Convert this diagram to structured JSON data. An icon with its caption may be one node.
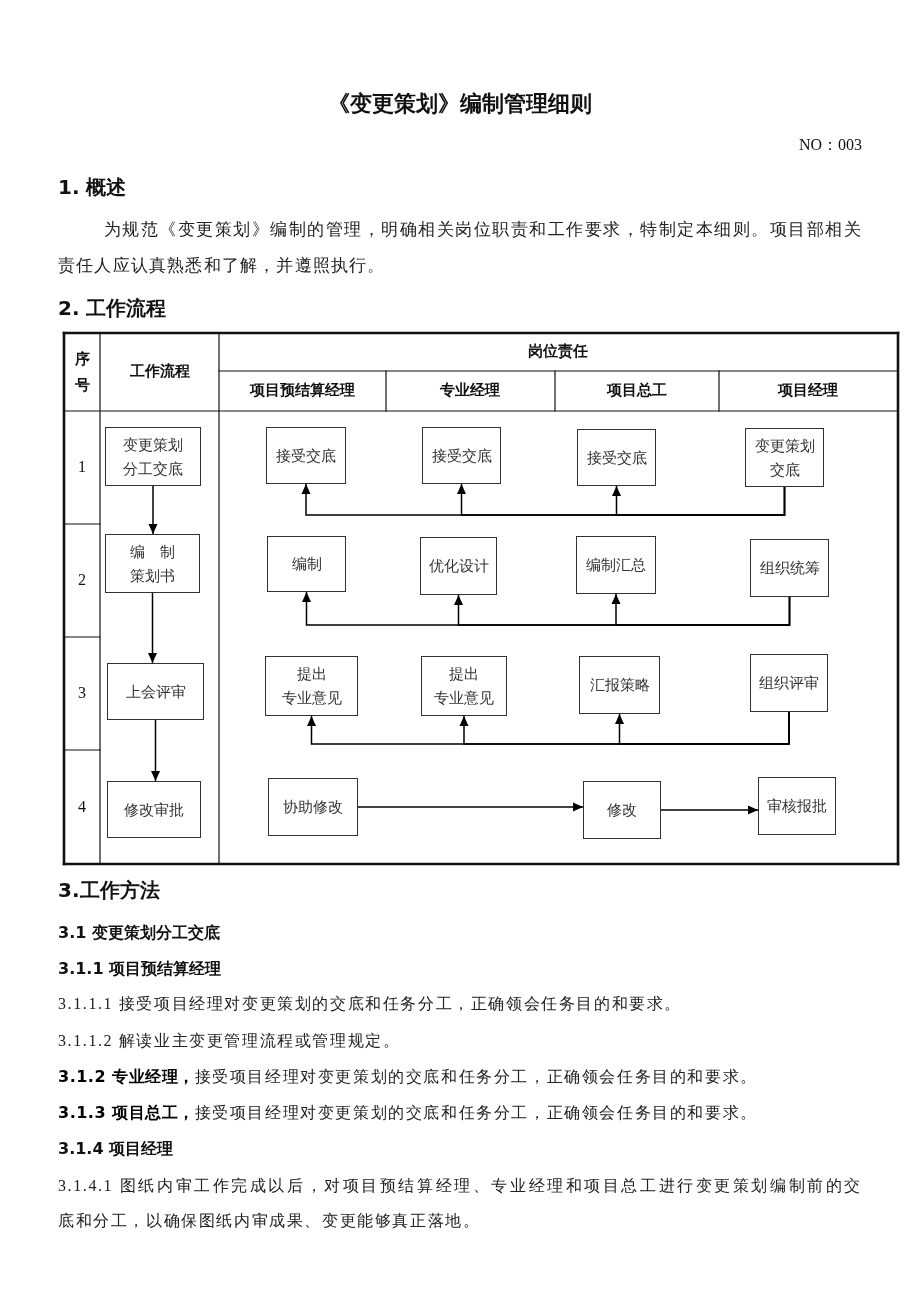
{
  "diagram": {
    "title": "《变更策划》编制管理细则",
    "nodes": [
      {
        "text": [
          "变更策划分工交底"
        ]
      },
      {
        "text": [
          "接受交底"
        ]
      },
      {
        "text": [
          "接受交底"
        ]
      },
      {
        "text": [
          "接受交底"
        ]
      },
      {
        "text": [
          "变更策划交底"
        ]
      },
      {
        "text": [
          "编 制策划书"
        ]
      },
      {
        "text": [
          "编制"
        ]
      },
      {
        "text": [
          "优化设计"
        ]
      },
      {
        "text": [
          "编制汇总"
        ]
      },
      {
        "text": [
          "组织统筹"
        ]
      },
      {
        "text": [
          "上会评审"
        ]
      },
      {
        "text": [
          "提出专业意见"
        ]
      },
      {
        "text": [
          "提出专业意见"
        ]
      },
      {
        "text": [
          "汇报策略"
        ]
      },
      {
        "text": [
          "组织评审"
        ]
      },
      {
        "text": [
          "修改审批"
        ]
      },
      {
        "text": [
          "协助修改"
        ]
      },
      {
        "text": [
          "修改"
        ]
      },
      {
        "text": [
          "审核报批"
        ]
      }
    ],
    "edges": [
      {
        "from": 4,
        "to": 1,
        "arrow": "to"
      },
      {
        "from": 4,
        "to": 2,
        "arrow": "to"
      },
      {
        "from": 4,
        "to": 3,
        "arrow": "to"
      },
      {
        "from": 0,
        "to": 5,
        "arrow": "to"
      },
      {
        "from": 9,
        "to": 6,
        "arrow": "to"
      },
      {
        "from": 9,
        "to": 7,
        "arrow": "to"
      },
      {
        "from": 9,
        "to": 8,
        "arrow": "to"
      },
      {
        "from": 5,
        "to": 10,
        "arrow": "to"
      },
      {
        "from": 14,
        "to": 11,
        "arrow": "to"
      },
      {
        "from": 14,
        "to": 12,
        "arrow": "to"
      },
      {
        "from": 14,
        "to": 13,
        "arrow": "to"
      },
      {
        "from": 10,
        "to": 15,
        "arrow": "to"
      },
      {
        "from": 16,
        "to": 17,
        "arrow": "to"
      },
      {
        "from": 17,
        "to": 18,
        "arrow": "to"
      }
    ],
    "labels": [
      "NO：003",
      "1. 概述",
      "为规范《变更策划》编制的管理，明确相关岗位职责和工作要求，特制定本细则。项目部相关责任人应认真熟悉和了解，并遵照执行。",
      "2. 工作流程",
      "序号",
      "工作流程",
      "岗位责任",
      "项目预结算经理",
      "专业经理",
      "项目总工",
      "项目经理",
      "1",
      "2",
      "3",
      "4",
      "3.工作方法",
      "3.1 变更策划分工交底",
      "3.1.1 项目预结算经理",
      "3.1.1.1 接受项目经理对变更策划的交底和任务分工，正确领会任务目的和要求。",
      "3.1.1.2 解读业主变更管理流程或管理规定。",
      "**3.1.2 专业经理，**接受项目经理对变更策划的交底和任务分工，正确领会任务目的和要求。",
      "**3.1.3 项目总工，**接受项目经理对变更策划的交底和任务分工，正确领会任务目的和要求。",
      "3.1.4 项目经理",
      "3.1.4.1 图纸内审工作完成以后，对项目预结算经理、专业经理和项目总工进行变更策划编制前的交底和分工，以确保图纸内审成果、变更能够真正落地。"
    ]
  }
}
